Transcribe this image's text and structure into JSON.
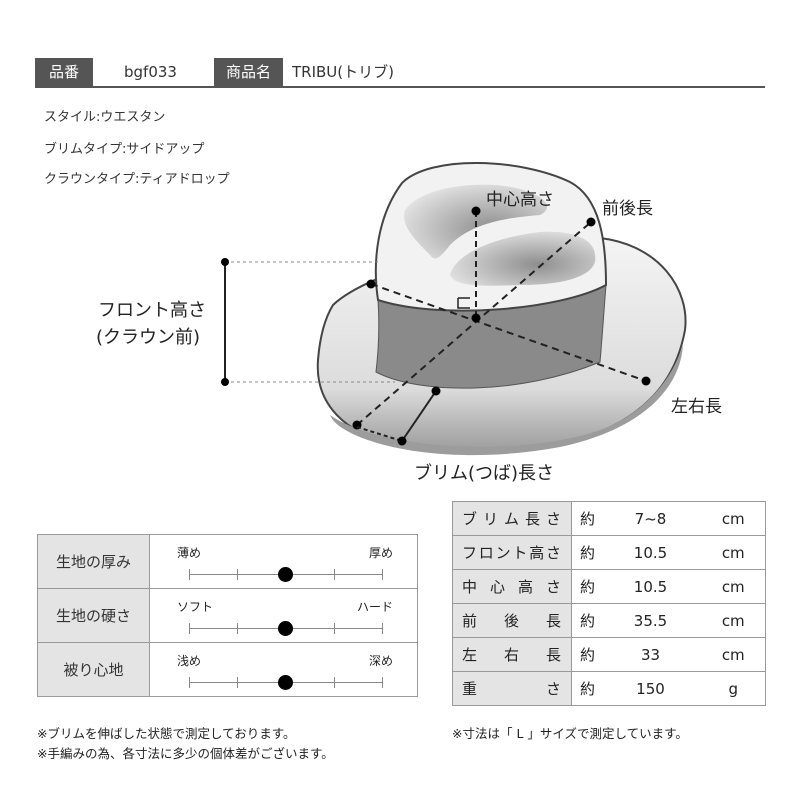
{
  "header": {
    "code_label": "品番",
    "code_value": "bgf033",
    "name_label": "商品名",
    "name_value": "TRIBU(トリブ)"
  },
  "specs": [
    "スタイル:ウエスタン",
    "ブリムタイプ:サイドアップ",
    "クラウンタイプ:ティアドロップ"
  ],
  "diagram_labels": {
    "center_height": "中心高さ",
    "front_back": "前後長",
    "front_height_1": "フロント高さ",
    "front_height_2": "(クラウン前)",
    "left_right": "左右長",
    "brim_length": "ブリム(つば)長さ"
  },
  "texture": [
    {
      "name": "生地の厚み",
      "left": "薄め",
      "right": "厚め",
      "level": 0.5
    },
    {
      "name": "生地の硬さ",
      "left": "ソフト",
      "right": "ハード",
      "level": 0.5
    },
    {
      "name": "被り心地",
      "left": "浅め",
      "right": "深め",
      "level": 0.5
    }
  ],
  "sizes": [
    {
      "name": "ブリム長さ",
      "approx": "約",
      "value": "7~8",
      "unit": "cm"
    },
    {
      "name": "フロント高さ",
      "approx": "約",
      "value": "10.5",
      "unit": "cm"
    },
    {
      "name": "中心高さ",
      "approx": "約",
      "value": "10.5",
      "unit": "cm"
    },
    {
      "name": "前後長",
      "approx": "約",
      "value": "35.5",
      "unit": "cm"
    },
    {
      "name": "左右長",
      "approx": "約",
      "value": "33",
      "unit": "cm"
    },
    {
      "name": "重さ",
      "approx": "約",
      "value": "150",
      "unit": "g"
    }
  ],
  "notes": {
    "brim_note": "※ブリムを伸ばした状態で測定しております。",
    "handmade_note": "※手編みの為、各寸法に多少の個体差がございます。",
    "size_note": "※寸法は「 L 」サイズで測定しています。"
  }
}
